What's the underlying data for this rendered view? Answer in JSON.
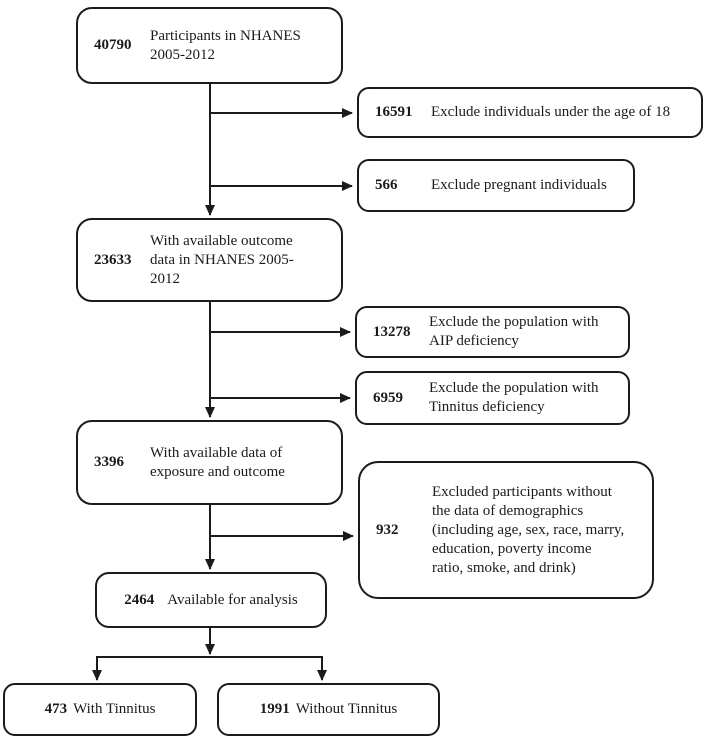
{
  "figure": {
    "type": "participant-flow-diagram",
    "colors": {
      "line": "#1b1b1b",
      "box_border": "#1b1b1b",
      "box_background": "#ffffff",
      "text": "#1b1b1b",
      "page_background": "#ffffff"
    },
    "nodes": {
      "participants": {
        "number": "40790",
        "label": [
          "Participants in NHANES",
          "2005-2012"
        ]
      },
      "exclude_under_18": {
        "number": "16591",
        "label": "Exclude individuals under the age of 18"
      },
      "exclude_pregnant": {
        "number": "566",
        "label": "Exclude pregnant individuals"
      },
      "outcome_available": {
        "number": "23633",
        "label": [
          "With available outcome",
          "data in NHANES 2005-",
          "2012"
        ]
      },
      "exclude_aip_deficiency": {
        "number": "13278",
        "label": [
          "Exclude the population with",
          "AIP deficiency"
        ]
      },
      "exclude_tinnitus_deficiency": {
        "number": "6959",
        "label": [
          "Exclude the population with",
          "Tinnitus deficiency"
        ]
      },
      "exposure_outcome_available": {
        "number": "3396",
        "label": [
          "With available data of",
          "exposure and outcome"
        ]
      },
      "exclude_missing_demographics": {
        "number": "932",
        "label": [
          "Excluded participants without",
          "the data of demographics",
          "(including age, sex, race, marry,",
          "education, poverty income",
          "ratio, smoke, and drink)"
        ]
      },
      "available_for_analysis": {
        "number": "2464",
        "label": "Available for analysis"
      },
      "with_tinnitus": {
        "number": "473",
        "label": "With Tinnitus"
      },
      "without_tinnitus": {
        "number": "1991",
        "label": "Without Tinnitus"
      }
    }
  }
}
